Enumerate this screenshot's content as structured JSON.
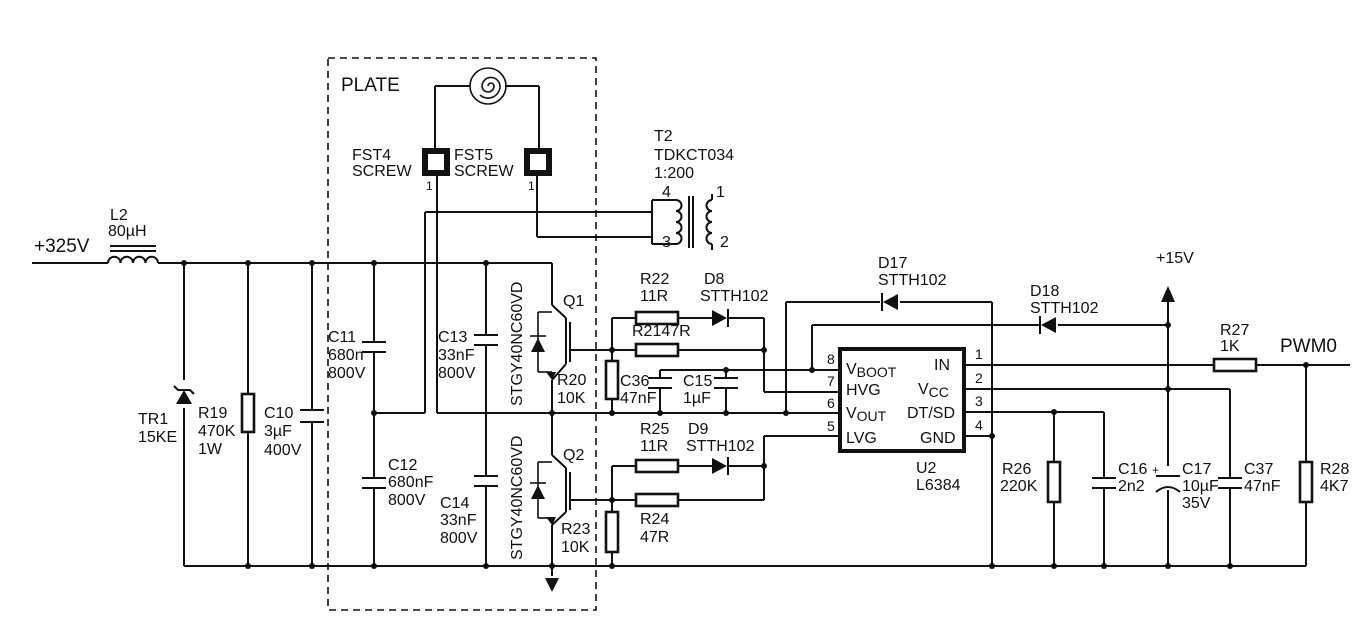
{
  "labels": {
    "supply_in": "+325V",
    "plate": "PLATE",
    "plus15": "+15V",
    "pwm": "PWM0",
    "l2_name": "L2",
    "l2_value": "80µH",
    "tr1_name": "TR1",
    "tr1_value": "15KE",
    "r19_name": "R19",
    "r19_value": "470K",
    "r19_power": "1W",
    "c10_name": "C10",
    "c10_value": "3µF",
    "c10_voltage": "400V",
    "c11_name": "C11",
    "c11_value": "680n",
    "c11_voltage": "800V",
    "c12_name": "C12",
    "c12_value": "680nF",
    "c12_voltage": "800V",
    "c13_name": "C13",
    "c13_value": "33nF",
    "c13_voltage": "800V",
    "c14_name": "C14",
    "c14_value": "33nF",
    "c14_voltage": "800V",
    "fst4_name": "FST4",
    "fst4_type": "SCREW",
    "fst4_pin": "1",
    "fst5_name": "FST5",
    "fst5_type": "SCREW",
    "fst5_pin": "1",
    "t2_name": "T2",
    "t2_part": "TDKCT034",
    "t2_ratio": "1:200",
    "t2_p1": "1",
    "t2_p2": "2",
    "t2_p3": "3",
    "t2_p4": "4",
    "q1_part": "STGY40NC60VD",
    "q2_part": "STGY40NC60VD",
    "q1_name": "Q1",
    "q2_name": "Q2",
    "r20_name": "R20",
    "r20_value": "10K",
    "r23_name": "R23",
    "r23_value": "10K",
    "r22_name": "R22",
    "r22_value": "11R",
    "r21_label": "R2147R",
    "r25_name": "R25",
    "r25_value": "11R",
    "r24_name": "R24",
    "r24_value": "47R",
    "d8_name": "D8",
    "d8_part": "STTH102",
    "d9_name": "D9",
    "d9_part": "STTH102",
    "d17_name": "D17",
    "d17_part": "STTH102",
    "d18_name": "D18",
    "d18_part": "STTH102",
    "c36_name": "C36",
    "c36_value": "47nF",
    "c15_name": "C15",
    "c15_value": "1µF",
    "u2_name": "U2",
    "u2_part": "L6384",
    "r26_name": "R26",
    "r26_value": "220K",
    "c16_name": "C16",
    "c16_value": "2n2",
    "c17_name": "C17",
    "c17_value": "10µF",
    "c17_voltage": "35V",
    "c37_name": "C37",
    "c37_value": "47nF",
    "r27_name": "R27",
    "r27_value": "1K",
    "r28_name": "R28",
    "r28_value": "4K7"
  },
  "ic_pins": {
    "left": [
      {
        "num": "8",
        "main": "V",
        "sub": "BOOT"
      },
      {
        "num": "7",
        "main": "HVG",
        "sub": ""
      },
      {
        "num": "6",
        "main": "V",
        "sub": "OUT"
      },
      {
        "num": "5",
        "main": "LVG",
        "sub": ""
      }
    ],
    "right": [
      {
        "num": "1",
        "main": "IN",
        "sub": ""
      },
      {
        "num": "2",
        "main": "V",
        "sub": "CC"
      },
      {
        "num": "3",
        "main": "DT/SD",
        "sub": ""
      },
      {
        "num": "4",
        "main": "GND",
        "sub": ""
      }
    ]
  }
}
